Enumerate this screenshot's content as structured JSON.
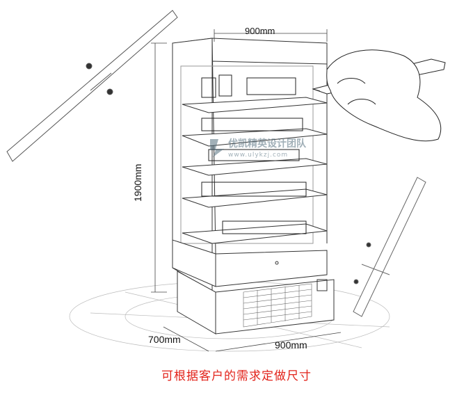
{
  "dimensions": {
    "top_width": "900mm",
    "height": "1900mm",
    "depth": "700mm",
    "bottom_width": "900mm"
  },
  "caption": "可根据客户的需求定做尺寸",
  "watermark": {
    "text": "优凯精英设计团队",
    "url": "www.ulykzj.com"
  }
}
